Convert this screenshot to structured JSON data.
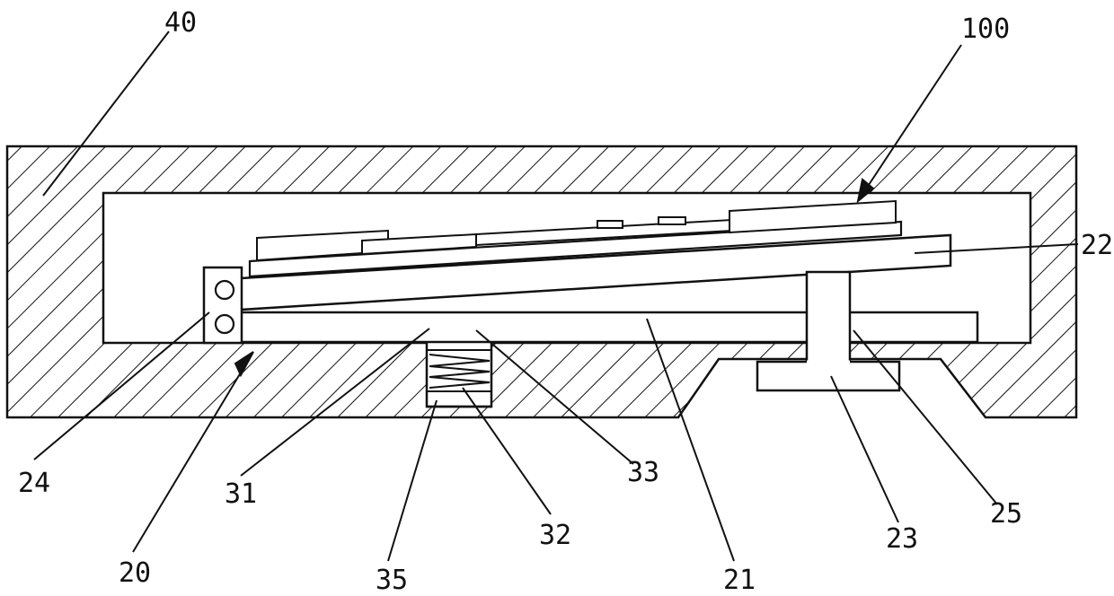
{
  "diagram": {
    "stroke_color": "#111111",
    "background": "#ffffff",
    "labels": {
      "l40": "40",
      "l100": "100",
      "l22": "22",
      "l24": "24",
      "l20": "20",
      "l31": "31",
      "l35": "35",
      "l32": "32",
      "l33": "33",
      "l21": "21",
      "l23": "23",
      "l25": "25"
    }
  }
}
